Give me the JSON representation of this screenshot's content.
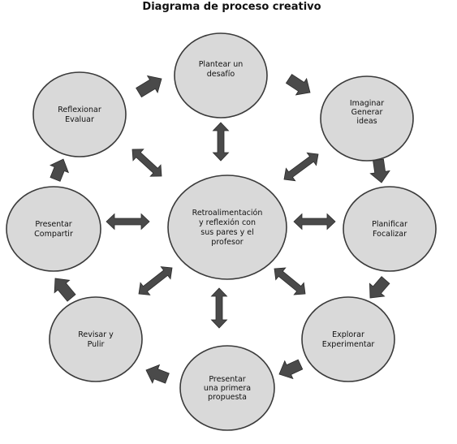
{
  "title": "Diagrama de proceso creativo",
  "colors": {
    "node_fill": "#d9d9d9",
    "node_stroke": "#3a3a3a",
    "arrow": "#4a4a4a"
  },
  "nodes": {
    "center": [
      "Retroalimentación",
      "y reflexión con",
      "sus pares y el",
      "profesor"
    ],
    "plantear": [
      "Plantear un",
      "desafío"
    ],
    "imaginar": [
      "Imaginar",
      "Generar",
      "ideas"
    ],
    "planificar": [
      "Planificar",
      "Focalizar"
    ],
    "explorar": [
      "Explorar",
      "Experimentar"
    ],
    "presentar_propuesta": [
      "Presentar",
      "una primera",
      "propuesta"
    ],
    "revisar": [
      "Revisar y",
      "Pulir"
    ],
    "presentar_compartir": [
      "Presentar",
      "Compartir"
    ],
    "reflexionar": [
      "Reflexionar",
      "Evaluar"
    ]
  }
}
